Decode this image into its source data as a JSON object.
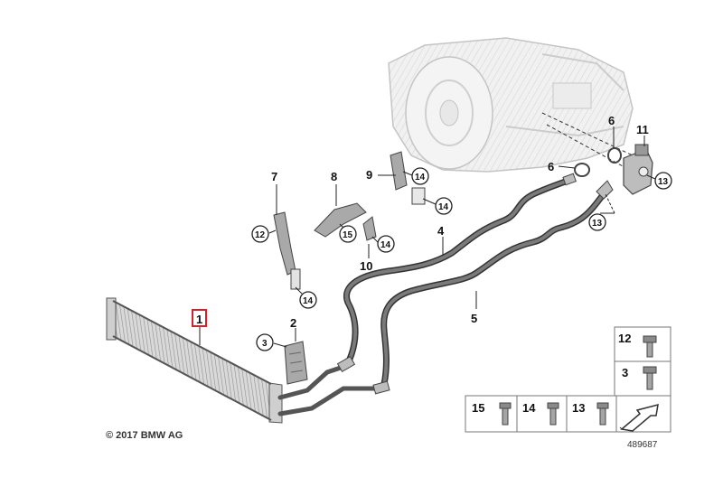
{
  "callouts": {
    "c1": "1",
    "c2": "2",
    "c3": "3",
    "c4": "4",
    "c5": "5",
    "c6a": "6",
    "c6b": "6",
    "c7": "7",
    "c8": "8",
    "c9": "9",
    "c10": "10",
    "c11": "11",
    "c12": "12",
    "c13a": "13",
    "c13b": "13",
    "c14a": "14",
    "c14b": "14",
    "c14c": "14",
    "c14d": "14",
    "c15": "15"
  },
  "legend": {
    "items": [
      "12",
      "3",
      "15",
      "14",
      "13"
    ]
  },
  "copyright": "© 2017 BMW AG",
  "diagram_id": "489687",
  "colors": {
    "highlight": "#d8202a",
    "line": "#222222",
    "part": "#8a8a8a",
    "ghost": "#c9c9c9"
  }
}
